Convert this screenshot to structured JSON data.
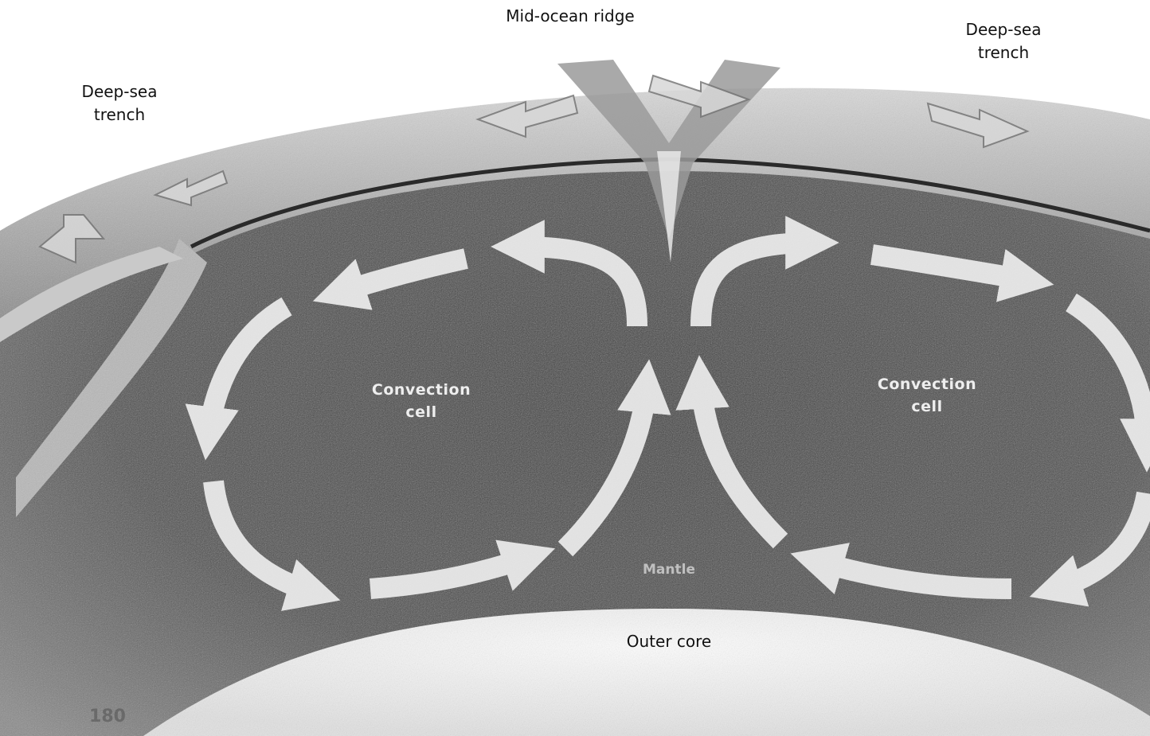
{
  "labels": {
    "mid_ocean_ridge": "Mid-ocean ridge",
    "trench_left": "Deep-sea\ntrench",
    "trench_right": "Deep-sea\ntrench",
    "convection_left": "Convection\ncell",
    "convection_right": "Convection\ncell",
    "mantle": "Mantle",
    "outer_core": "Outer core",
    "page_number": "180"
  },
  "colors": {
    "mantle": "#4a4a4a",
    "crust": "#bdbdbd",
    "arrows": "#f0f0f0",
    "outer_core": "#f7f7f7",
    "text": "#111111"
  }
}
